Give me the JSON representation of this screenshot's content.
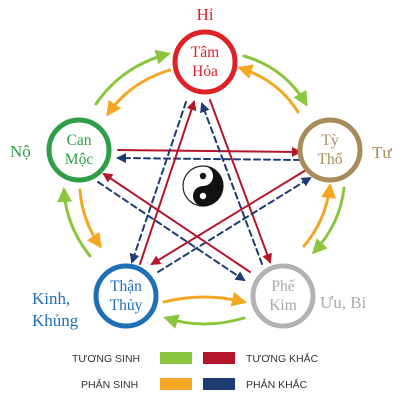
{
  "colors": {
    "tuong_sinh": "#8cc63e",
    "phan_sinh": "#f5a623",
    "tuong_khac": "#b5152b",
    "phan_khac": "#1f3b73",
    "fire": "#e02127",
    "earth": "#a88b5a",
    "metal": "#b3b3b3",
    "water": "#1f6fb5",
    "wood": "#2e9e48"
  },
  "nodes": {
    "fire": {
      "line1": "Tâm",
      "line2": "Hỏa"
    },
    "earth": {
      "line1": "Tỳ",
      "line2": "Thổ"
    },
    "metal": {
      "line1": "Phế",
      "line2": "Kim"
    },
    "water": {
      "line1": "Thận",
      "line2": "Thủy"
    },
    "wood": {
      "line1": "Can",
      "line2": "Mộc"
    }
  },
  "emotions": {
    "fire": "Hỉ",
    "earth": "Tư",
    "metal": "Ưu, Bi",
    "water_line1": "Kinh,",
    "water_line2": "Khủng",
    "wood": "Nộ"
  },
  "legend": {
    "tuong_sinh": "TƯƠNG SINH",
    "tuong_khac": "TƯƠNG KHẮC",
    "phan_sinh": "PHẢN SINH",
    "phan_khac": "PHẢN KHẮC"
  },
  "center_icon": "yin-yang-icon"
}
